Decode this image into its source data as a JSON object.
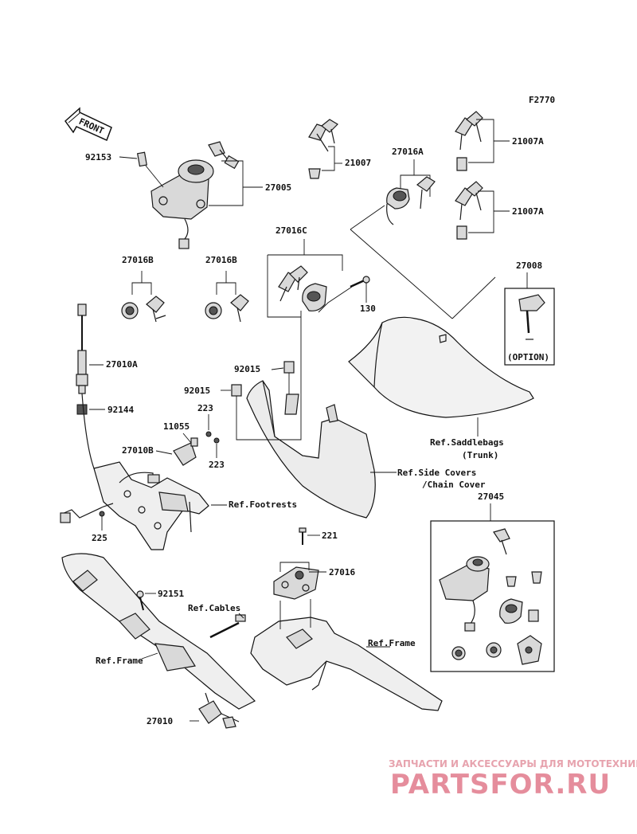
{
  "diagram_code": "F2770",
  "front_label": "FRONT",
  "labels": {
    "p92153": "92153",
    "p27005": "27005",
    "p21007": "21007",
    "p27016A": "27016A",
    "p21007A_1": "21007A",
    "p21007A_2": "21007A",
    "p27016C": "27016C",
    "p27016B_1": "27016B",
    "p27016B_2": "27016B",
    "p27008": "27008",
    "p130": "130",
    "p27010A": "27010A",
    "p92015_1": "92015",
    "p92015_2": "92015",
    "p92144": "92144",
    "p223_1": "223",
    "p11055": "11055",
    "p27010B": "27010B",
    "p223_2": "223",
    "p225": "225",
    "p221": "221",
    "p27016": "27016",
    "p92151": "92151",
    "p27045": "27045",
    "p27010": "27010",
    "option": "(OPTION)"
  },
  "references": {
    "saddlebags_1": "Ref.Saddlebags",
    "saddlebags_2": "(Trunk)",
    "side_covers_1": "Ref.Side Covers",
    "side_covers_2": "/Chain Cover",
    "footrests": "Ref.Footrests",
    "cables": "Ref.Cables",
    "frame_left": "Ref.Frame",
    "frame_right": "Ref.Frame"
  },
  "watermark": {
    "line1": "ЗАПЧАСТИ И АКСЕССУАРЫ ДЛЯ МОТОТЕХНИКИ",
    "line2": "PARTSFOR.RU"
  }
}
